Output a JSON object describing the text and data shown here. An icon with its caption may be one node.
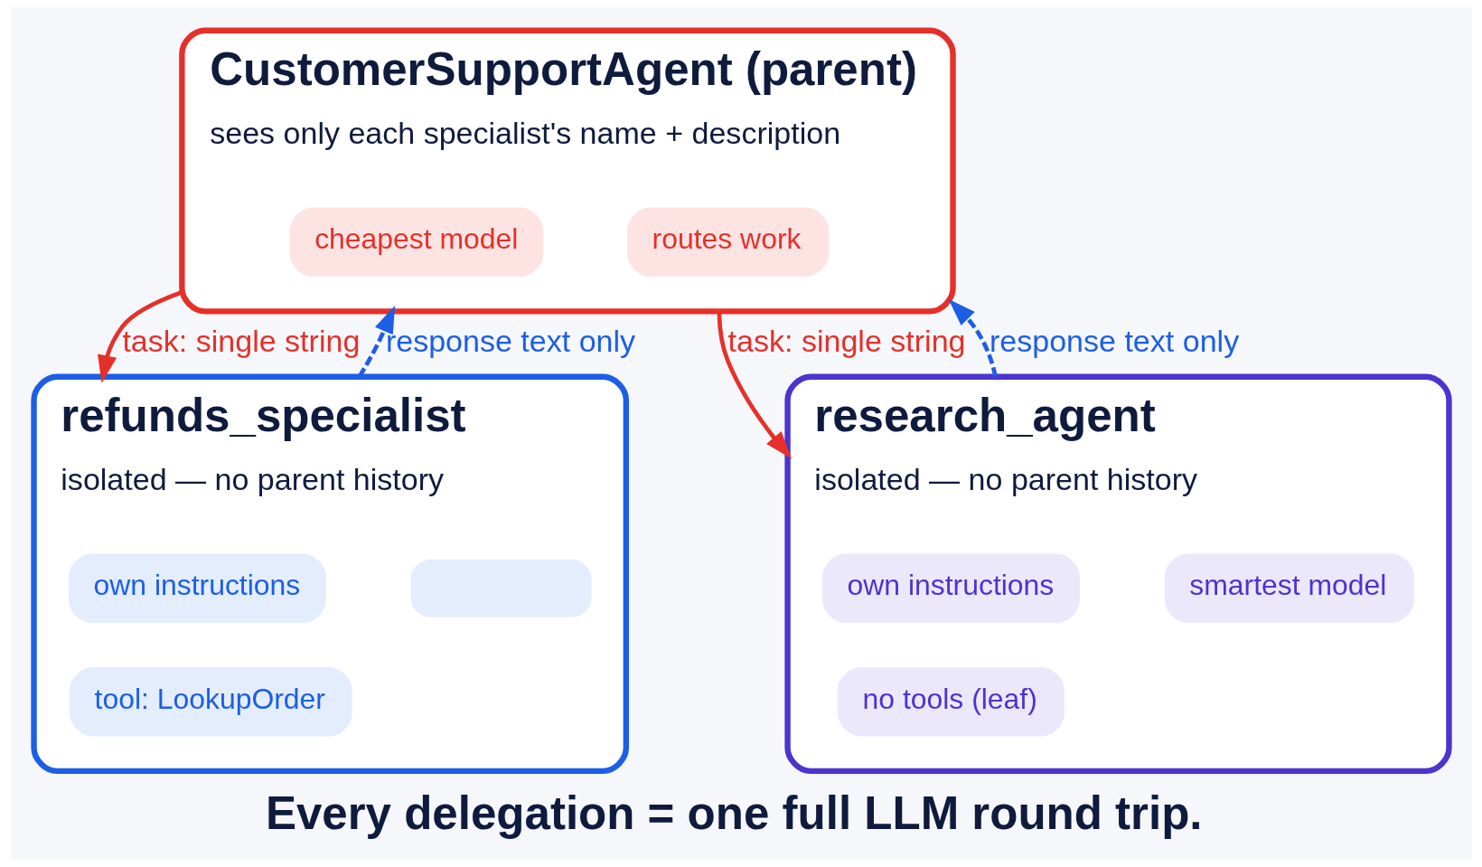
{
  "diagram": {
    "caption": "Every delegation = one full LLM round trip.",
    "nodes": [
      {
        "text": [
          "CustomerSupportAgent (parent)",
          "sees only each specialist's name + description"
        ]
      },
      {
        "text": [
          "cheapest model"
        ],
        "in": 0
      },
      {
        "text": [
          "routes work"
        ],
        "in": 0
      },
      {
        "text": [
          "refunds_specialist",
          "isolated — no parent history"
        ]
      },
      {
        "text": [
          "own instructions"
        ],
        "in": 3
      },
      {
        "text": [],
        "shape": "box",
        "in": 3
      },
      {
        "text": [
          "tool: LookupOrder"
        ],
        "in": 3
      },
      {
        "text": [
          "research_agent",
          "isolated — no parent history"
        ]
      },
      {
        "text": [
          "own instructions"
        ],
        "in": 7
      },
      {
        "text": [
          "smartest model"
        ],
        "in": 7
      },
      {
        "text": [
          "no tools (leaf)"
        ],
        "in": 7
      }
    ],
    "edges": [
      {
        "from": 0,
        "to": 3,
        "arrow": "to",
        "label": "task: single string",
        "color": "#e5302a"
      },
      {
        "from": 3,
        "to": 0,
        "arrow": "to",
        "label": "response text only",
        "style": "dashed",
        "color": "#1c5ee6"
      },
      {
        "from": 0,
        "to": 7,
        "arrow": "to",
        "label": "task: single string",
        "color": "#e5302a"
      },
      {
        "from": 7,
        "to": 0,
        "arrow": "to",
        "label": "response text only",
        "style": "dashed",
        "color": "#1c5ee6"
      }
    ]
  }
}
